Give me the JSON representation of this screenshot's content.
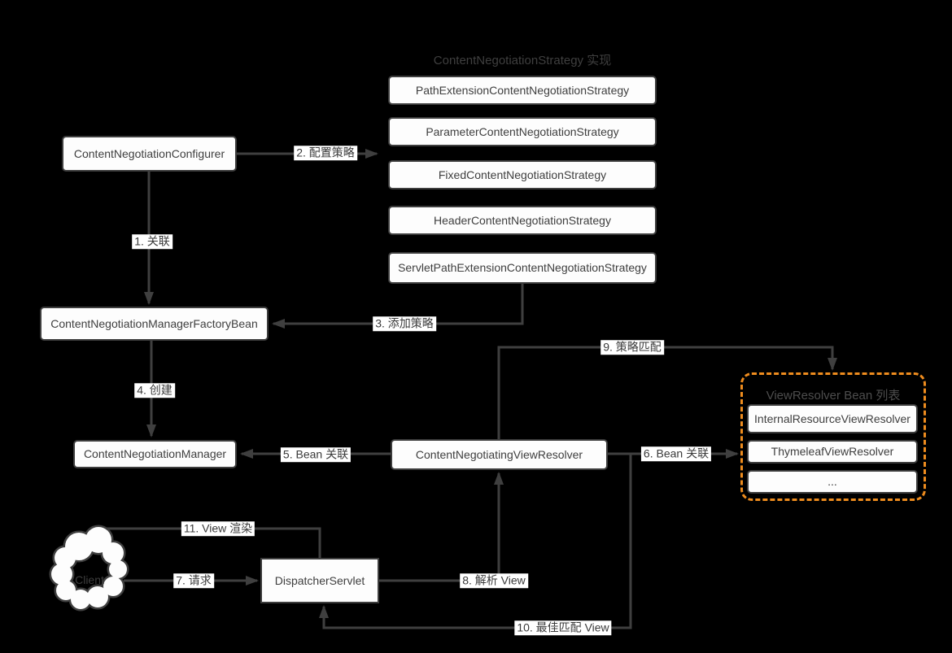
{
  "diagram": {
    "background_color": "#000000",
    "line_color": "#3f3f3f",
    "accent_orange": "#ee8c1e",
    "strategy_group": {
      "title": "ContentNegotiationStrategy 实现",
      "items": [
        "PathExtensionContentNegotiationStrategy",
        "ParameterContentNegotiationStrategy",
        "FixedContentNegotiationStrategy",
        "HeaderContentNegotiationStrategy",
        "ServletPathExtensionContentNegotiationStrategy"
      ]
    },
    "nodes": {
      "configurer": "ContentNegotiationConfigurer",
      "factory_bean": "ContentNegotiationManagerFactoryBean",
      "manager": "ContentNegotiationManager",
      "negotiating_view_resolver": "ContentNegotiatingViewResolver",
      "dispatcher_servlet": "DispatcherServlet",
      "client": "Client"
    },
    "resolver_group": {
      "title": "ViewResolver Bean 列表",
      "items": [
        "InternalResourceViewResolver",
        "ThymeleafViewResolver",
        "..."
      ]
    },
    "edges": {
      "e1": "1. 关联",
      "e2": "2. 配置策略",
      "e3": "3. 添加策略",
      "e4": "4. 创建",
      "e5": "5. Bean 关联",
      "e6": "6. Bean 关联",
      "e7": "7. 请求",
      "e8": "8. 解析 View",
      "e9": "9. 策略匹配",
      "e10": "10. 最佳匹配 View",
      "e11": "11. View 渲染"
    }
  }
}
